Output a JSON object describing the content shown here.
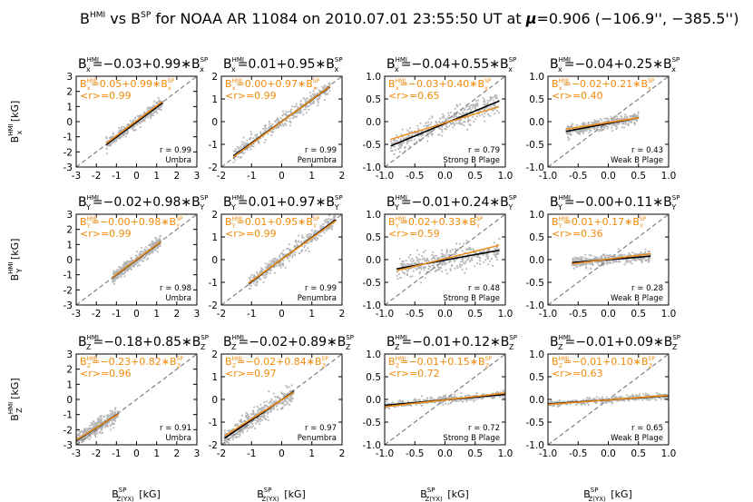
{
  "figure": {
    "title_prefix": "vs",
    "title_base": "B",
    "title_sup_hmi": "HMI",
    "title_sup_sp": "SP",
    "title_rest": "for NOAA AR 11084 on 2010.07.01 23:55:50 UT at",
    "mu_symbol": "μ",
    "mu_value": "=0.906",
    "coords": "(−106.9'', −385.5'')"
  },
  "colors": {
    "scatter": "#b4b4b4",
    "fit_black": "#000000",
    "fit_orange": "#f28a0c",
    "identity_line": "#777777",
    "text_orange": "#f28a0c"
  },
  "axes": {
    "x_label_base": "B",
    "x_label_sup": "SP",
    "x_label_sub": "Z(YX)",
    "x_label_unit": "[kG]",
    "y_label_base": "B",
    "y_label_sup": "HMI",
    "y_label_unit": "[kG]",
    "row_components": [
      "x",
      "Y",
      "Z"
    ],
    "x_ticks": [
      [
        "-3",
        "-2",
        "-1",
        "0",
        "1",
        "2",
        "3"
      ],
      [
        "-2",
        "-1",
        "0",
        "1",
        "2"
      ],
      [
        "-1.0",
        "-0.5",
        "0.0",
        "0.5",
        "1.0"
      ],
      [
        "-1.0",
        "-0.5",
        "0.0",
        "0.5",
        "1.0"
      ]
    ],
    "y_ticks": [
      [
        "-3",
        "-2",
        "-1",
        "0",
        "1",
        "2",
        "3"
      ],
      [
        "-2",
        "-1",
        "0",
        "1",
        "2"
      ],
      [
        "-1.0",
        "-0.5",
        "0.0",
        "0.5",
        "1.0"
      ],
      [
        "-1.0",
        "-0.5",
        "0.0",
        "0.5",
        "1.0"
      ]
    ]
  },
  "chart_data": [
    {
      "type": "scatter",
      "row": 0,
      "col": 0,
      "component": "x",
      "region": "Umbra",
      "xlim": [
        -3,
        3
      ],
      "ylim": [
        -3,
        3
      ],
      "title_fit": "=−0.03+0.99∗",
      "fit_black": {
        "a": -0.03,
        "b": 0.99
      },
      "fit_orange": {
        "a": 0.05,
        "b": 0.99
      },
      "orange_fit_text": "=0.05+0.99∗",
      "orange_r_text": "<r>=0.99",
      "r_text": "r = 0.99",
      "x_range": [
        -1.5,
        1.3
      ],
      "scatter_spread": 0.06
    },
    {
      "type": "scatter",
      "row": 0,
      "col": 1,
      "component": "x",
      "region": "Penumbra",
      "xlim": [
        -2,
        2
      ],
      "ylim": [
        -2,
        2
      ],
      "title_fit": "=0.01+0.95∗",
      "fit_black": {
        "a": 0.01,
        "b": 0.95
      },
      "fit_orange": {
        "a": 0.0,
        "b": 0.97
      },
      "orange_fit_text": "=0.00+0.97∗",
      "orange_r_text": "<r>=0.99",
      "r_text": "r = 0.99",
      "x_range": [
        -1.6,
        1.6
      ],
      "scatter_spread": 0.08
    },
    {
      "type": "scatter",
      "row": 0,
      "col": 2,
      "component": "x",
      "region": "Strong B Plage",
      "xlim": [
        -1,
        1
      ],
      "ylim": [
        -1,
        1
      ],
      "title_fit": "=−0.04+0.55∗",
      "fit_black": {
        "a": -0.04,
        "b": 0.55
      },
      "fit_orange": {
        "a": -0.03,
        "b": 0.4
      },
      "orange_fit_text": "=−0.03+0.40∗",
      "orange_r_text": "<r>=0.65",
      "r_text": "r = 0.79",
      "x_range": [
        -0.9,
        0.9
      ],
      "scatter_spread": 0.12
    },
    {
      "type": "scatter",
      "row": 0,
      "col": 3,
      "component": "x",
      "region": "Weak B Plage",
      "xlim": [
        -1,
        1
      ],
      "ylim": [
        -1,
        1
      ],
      "title_fit": "=−0.04+0.25∗",
      "fit_black": {
        "a": -0.04,
        "b": 0.25
      },
      "fit_orange": {
        "a": -0.02,
        "b": 0.21
      },
      "orange_fit_text": "=−0.02+0.21∗",
      "orange_r_text": "<r>=0.40",
      "r_text": "r = 0.43",
      "x_range": [
        -0.7,
        0.5
      ],
      "scatter_spread": 0.06
    },
    {
      "type": "scatter",
      "row": 1,
      "col": 0,
      "component": "Y",
      "region": "Umbra",
      "xlim": [
        -3,
        3
      ],
      "ylim": [
        -3,
        3
      ],
      "title_fit": "=−0.02+0.98∗",
      "fit_black": {
        "a": -0.02,
        "b": 0.98
      },
      "fit_orange": {
        "a": 0.0,
        "b": 0.98
      },
      "orange_fit_text": "=−0.00+0.98∗",
      "orange_r_text": "<r>=0.99",
      "r_text": "r = 0.98",
      "x_range": [
        -1.2,
        1.2
      ],
      "scatter_spread": 0.07
    },
    {
      "type": "scatter",
      "row": 1,
      "col": 1,
      "component": "Y",
      "region": "Penumbra",
      "xlim": [
        -2,
        2
      ],
      "ylim": [
        -2,
        2
      ],
      "title_fit": "=0.01+0.97∗",
      "fit_black": {
        "a": 0.01,
        "b": 0.97
      },
      "fit_orange": {
        "a": 0.01,
        "b": 0.95
      },
      "orange_fit_text": "=0.01+0.95∗",
      "orange_r_text": "<r>=0.99",
      "r_text": "r = 0.99",
      "x_range": [
        -1.1,
        1.8
      ],
      "scatter_spread": 0.08
    },
    {
      "type": "scatter",
      "row": 1,
      "col": 2,
      "component": "Y",
      "region": "Strong B Plage",
      "xlim": [
        -1,
        1
      ],
      "ylim": [
        -1,
        1
      ],
      "title_fit": "=−0.01+0.24∗",
      "fit_black": {
        "a": -0.01,
        "b": 0.24
      },
      "fit_orange": {
        "a": 0.02,
        "b": 0.33
      },
      "orange_fit_text": "=0.02+0.33∗",
      "orange_r_text": "<r>=0.59",
      "r_text": "r = 0.48",
      "x_range": [
        -0.8,
        0.9
      ],
      "scatter_spread": 0.12
    },
    {
      "type": "scatter",
      "row": 1,
      "col": 3,
      "component": "Y",
      "region": "Weak B Plage",
      "xlim": [
        -1,
        1
      ],
      "ylim": [
        -1,
        1
      ],
      "title_fit": "=−0.00+0.11∗",
      "fit_black": {
        "a": 0.0,
        "b": 0.11
      },
      "fit_orange": {
        "a": 0.01,
        "b": 0.17
      },
      "orange_fit_text": "=0.01+0.17∗",
      "orange_r_text": "<r>=0.36",
      "r_text": "r = 0.28",
      "x_range": [
        -0.6,
        0.7
      ],
      "scatter_spread": 0.06
    },
    {
      "type": "scatter",
      "row": 2,
      "col": 0,
      "component": "Z",
      "region": "Umbra",
      "xlim": [
        -3,
        3
      ],
      "ylim": [
        -3,
        3
      ],
      "title_fit": "=−0.18+0.85∗",
      "fit_black": {
        "a": -0.18,
        "b": 0.85
      },
      "fit_orange": {
        "a": -0.23,
        "b": 0.82
      },
      "orange_fit_text": "=−0.23+0.82∗",
      "orange_r_text": "<r>=0.96",
      "r_text": "r = 0.91",
      "x_range": [
        -3.0,
        -0.9
      ],
      "scatter_spread": 0.08
    },
    {
      "type": "scatter",
      "row": 2,
      "col": 1,
      "component": "Z",
      "region": "Penumbra",
      "xlim": [
        -2,
        2
      ],
      "ylim": [
        -2,
        2
      ],
      "title_fit": "=−0.02+0.89∗",
      "fit_black": {
        "a": -0.02,
        "b": 0.89
      },
      "fit_orange": {
        "a": -0.02,
        "b": 0.84
      },
      "orange_fit_text": "=−0.02+0.84∗",
      "orange_r_text": "<r>=0.97",
      "r_text": "r = 0.97",
      "x_range": [
        -1.9,
        0.4
      ],
      "scatter_spread": 0.1
    },
    {
      "type": "scatter",
      "row": 2,
      "col": 2,
      "component": "Z",
      "region": "Strong B Plage",
      "xlim": [
        -1,
        1
      ],
      "ylim": [
        -1,
        1
      ],
      "title_fit": "=−0.01+0.12∗",
      "fit_black": {
        "a": -0.01,
        "b": 0.12
      },
      "fit_orange": {
        "a": -0.01,
        "b": 0.15
      },
      "orange_fit_text": "=−0.01+0.15∗",
      "orange_r_text": "<r>=0.72",
      "r_text": "r = 0.72",
      "x_range": [
        -1.0,
        1.0
      ],
      "scatter_spread": 0.04
    },
    {
      "type": "scatter",
      "row": 2,
      "col": 3,
      "component": "Z",
      "region": "Weak B Plage",
      "xlim": [
        -1,
        1
      ],
      "ylim": [
        -1,
        1
      ],
      "title_fit": "=−0.01+0.09∗",
      "fit_black": {
        "a": -0.01,
        "b": 0.09
      },
      "fit_orange": {
        "a": -0.01,
        "b": 0.1
      },
      "orange_fit_text": "=−0.01+0.10∗",
      "orange_r_text": "<r>=0.63",
      "r_text": "r = 0.65",
      "x_range": [
        -1.0,
        1.0
      ],
      "scatter_spread": 0.03
    }
  ]
}
